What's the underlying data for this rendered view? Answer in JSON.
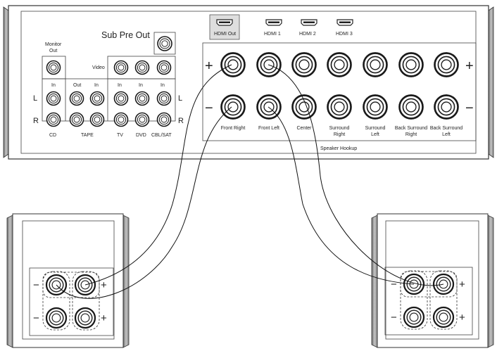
{
  "receiver": {
    "sub_pre_out": "Sub Pre Out",
    "monitor_out": "Monitor Out",
    "video": "Video",
    "left_channel": "L",
    "right_channel": "R",
    "input_headers": [
      {
        "text": "In"
      },
      {
        "text": "Out"
      },
      {
        "text": "In"
      },
      {
        "text": "In"
      },
      {
        "text": "In"
      },
      {
        "text": "In"
      }
    ],
    "sources": [
      {
        "label": "CD"
      },
      {
        "label": "TAPE"
      },
      {
        "label": "TV"
      },
      {
        "label": "DVD"
      },
      {
        "label": "CBL/SAT"
      }
    ],
    "hdmi_ports": [
      {
        "label": "HDMI Out"
      },
      {
        "label": "HDMI 1"
      },
      {
        "label": "HDMI 2"
      },
      {
        "label": "HDMI 3"
      }
    ]
  },
  "speaker_panel": {
    "title": "Speaker Hookup",
    "plus": "+",
    "minus": "−",
    "channels": [
      {
        "line1": "Front Right",
        "line2": ""
      },
      {
        "line1": "Front Left",
        "line2": ""
      },
      {
        "line1": "Center",
        "line2": ""
      },
      {
        "line1": "Surround",
        "line2": "Right"
      },
      {
        "line1": "Surround",
        "line2": "Left"
      },
      {
        "line1": "Back Surround",
        "line2": "Right"
      },
      {
        "line1": "Back Surround",
        "line2": "Left"
      }
    ]
  },
  "speakers": {
    "plus": "+",
    "minus": "−"
  }
}
